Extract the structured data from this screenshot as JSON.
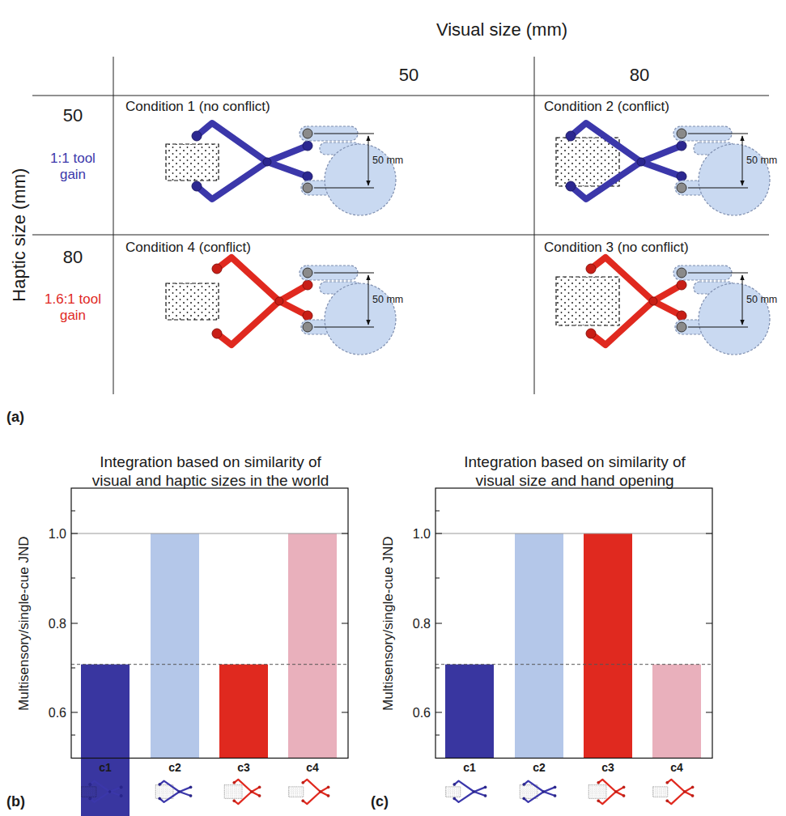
{
  "diagram": {
    "labels": [
      "Visual size (mm)",
      "50",
      "80",
      "Haptic size (mm)",
      "50",
      "1:1 tool gain",
      "80",
      "1.6:1 tool gain",
      "Condition 1 (no conflict)",
      "Condition 2 (conflict)",
      "Condition 4 (conflict)",
      "Condition 3 (no conflict)",
      "50 mm",
      "50 mm",
      "50 mm",
      "50 mm",
      "(a)",
      "Integration based on similarity of visual and haptic sizes in the world",
      "Multisensory/single-cue JND",
      "1.0",
      "0.8",
      "0.6",
      "c1",
      "c2",
      "c3",
      "c4",
      "(b)",
      "Integration based on similarity of visual size and hand opening",
      "Multisensory/single-cue JND",
      "1.0",
      "0.8",
      "0.6",
      "c1",
      "c2",
      "c3",
      "c4",
      "(c)"
    ]
  }
}
